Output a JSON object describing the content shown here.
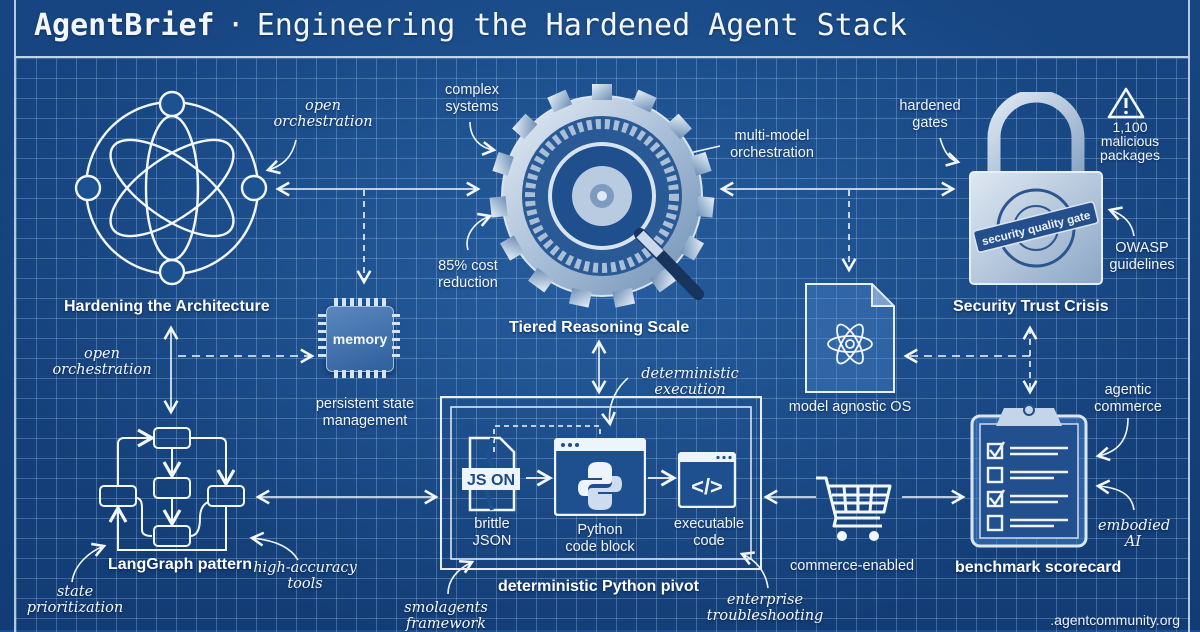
{
  "header": {
    "brand": "AgentBrief",
    "separator": "·",
    "title": "Engineering the Hardened Agent Stack"
  },
  "nodes": {
    "architecture": {
      "title": "Hardening the Architecture",
      "icon": "orbit-network-icon"
    },
    "tiered": {
      "title": "Tiered Reasoning Scale",
      "icon": "gear-magnifier-icon"
    },
    "security": {
      "title": "Security Trust Crisis",
      "icon": "padlock-icon",
      "badge": "security quality gate"
    },
    "memory": {
      "chip_label": "memory",
      "caption": "persistent state management",
      "caption_lines": [
        "persistent state",
        "management"
      ],
      "icon": "memory-chip-icon"
    },
    "model_os": {
      "caption": "model agnostic OS",
      "icon": "atom-document-icon"
    },
    "langgraph": {
      "title": "LangGraph pattern",
      "icon": "flowchart-icon"
    },
    "python_pivot": {
      "title": "deterministic Python pivot",
      "steps": [
        {
          "label_lines": [
            "brittle",
            "JSON"
          ],
          "icon": "broken-json-file-icon",
          "icon_text": "JS ON"
        },
        {
          "label_lines": [
            "Python",
            "code block"
          ],
          "icon": "python-window-icon"
        },
        {
          "label_lines": [
            "executable",
            "code"
          ],
          "icon": "code-window-icon",
          "icon_text": "</>"
        }
      ]
    },
    "commerce": {
      "caption": "commerce-enabled",
      "icon": "shopping-cart-icon"
    },
    "scorecard": {
      "title": "benchmark scorecard",
      "icon": "clipboard-checklist-icon"
    }
  },
  "annotations": {
    "open_orchestration_top": [
      "open",
      "orchestration"
    ],
    "open_orchestration_left": [
      "open",
      "orchestration"
    ],
    "complex_systems": [
      "complex",
      "systems"
    ],
    "multi_model": [
      "multi-model",
      "orchestration"
    ],
    "cost_reduction": [
      "85% cost",
      "reduction"
    ],
    "hardened_gates": [
      "hardened",
      "gates"
    ],
    "malicious_packages": [
      "1,100",
      "malicious",
      "packages"
    ],
    "owasp": [
      "OWASP",
      "guidelines"
    ],
    "deterministic_execution": [
      "deterministic",
      "execution"
    ],
    "state_prioritization": [
      "state",
      "prioritization"
    ],
    "high_accuracy_tools": [
      "high-accuracy",
      "tools"
    ],
    "smolagents": [
      "smolagents",
      "framework"
    ],
    "enterprise": [
      "enterprise",
      "troubleshooting"
    ],
    "agentic_commerce": [
      "agentic",
      "commerce"
    ],
    "embodied_ai": [
      "embodied",
      "AI"
    ]
  },
  "footer": {
    "url": ".agentcommunity.org"
  },
  "colors": {
    "background": "#1b4f8f",
    "grid": "#bed7f5",
    "ink": "#eef4fb"
  }
}
